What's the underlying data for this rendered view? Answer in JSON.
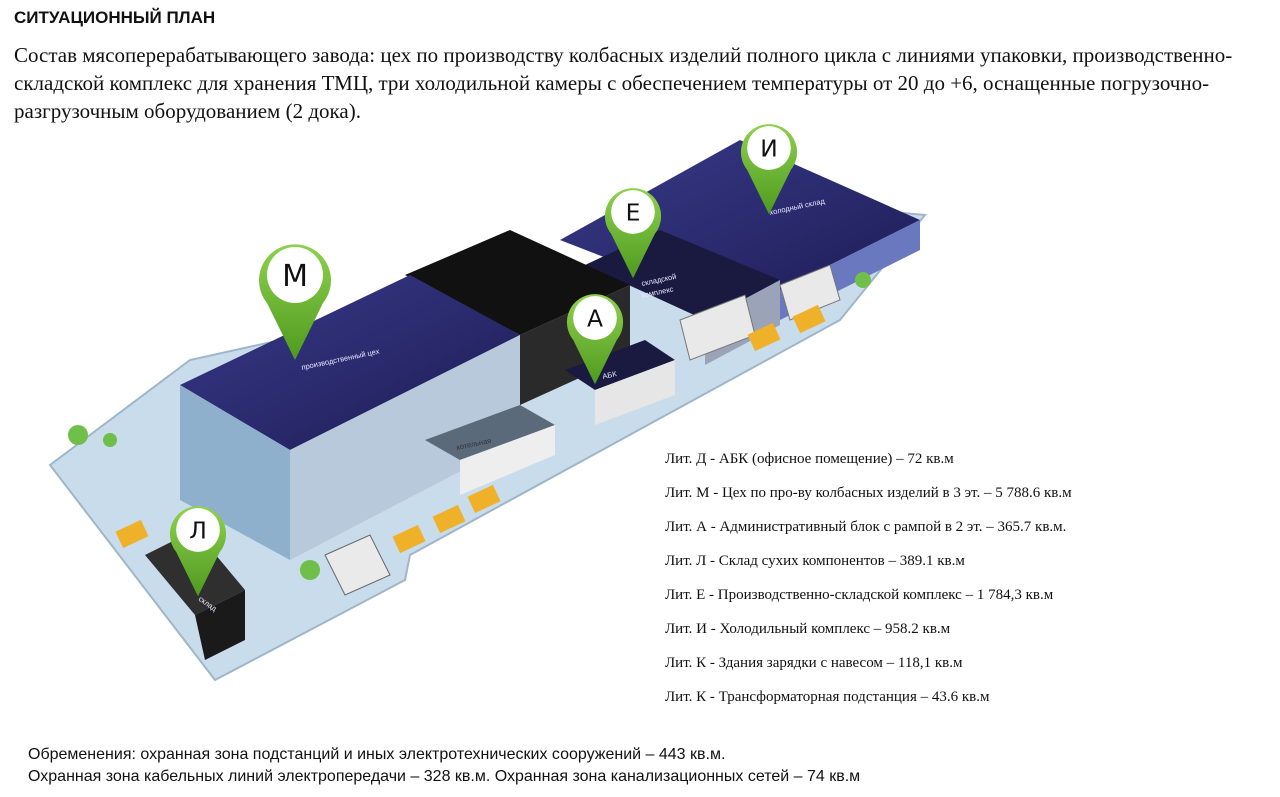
{
  "title": "СИТУАЦИОННЫЙ ПЛАН",
  "intro": "Состав мясоперерабатывающего завода: цех по производству колбасных изделий полного цикла с линиями упаковки, производственно-складской комплекс для хранения ТМЦ, три холодильной камеры с обеспечением температуры от 20 до +6, оснащенные погрузочно-разгрузочным оборудованием (2 дока).",
  "pins": {
    "m": "М",
    "e": "Е",
    "i": "И",
    "a": "А",
    "l": "Л"
  },
  "building_labels": {
    "production": "производственный цех",
    "warehouse_complex_1": "складской",
    "warehouse_complex_2": "комплекс",
    "cold": "холодный склад",
    "abk": "АБК",
    "boiler": "котельная",
    "sklad": "склад"
  },
  "legend": [
    "Лит. Д - АБК (офисное помещение) – 72 кв.м",
    "Лит. М - Цех по про-ву колбасных изделий в 3 эт. – 5 788.6 кв.м",
    "Лит. А - Административный блок с рампой в 2 эт. – 365.7 кв.м.",
    "Лит. Л - Склад сухих компонентов – 389.1 кв.м",
    "Лит. Е - Производственно-складской комплекс – 1 784,3 кв.м",
    "Лит. И - Холодильный комплекс – 958.2 кв.м",
    "Лит. К - Здания зарядки с навесом – 118,1 кв.м",
    "Лит. К - Трансформаторная подстанция – 43.6 кв.м"
  ],
  "footer": {
    "line1": "Обременения: охранная зона подстанций и иных электротехнических сооружений – 443 кв.м.",
    "line2": "Охранная зона кабельных линий электропередачи – 328 кв.м. Охранная зона канализационных сетей – 74 кв.м"
  },
  "colors": {
    "roof": "#2a2a6e",
    "wall": "#b7c9db",
    "ground": "#c4d8e8",
    "pin": "#7dc242",
    "truck": "#f0b12a"
  }
}
